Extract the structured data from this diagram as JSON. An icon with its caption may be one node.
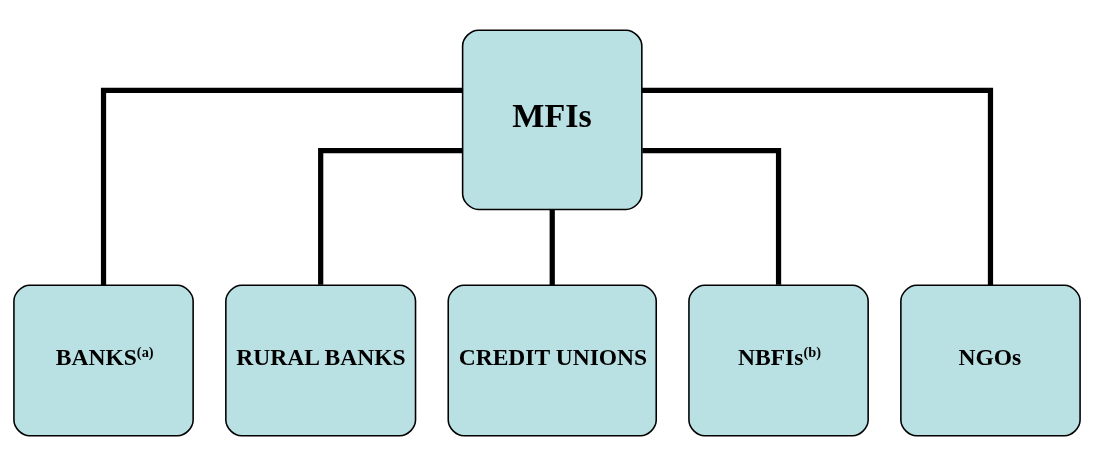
{
  "diagram": {
    "nodes": [
      {
        "text": [
          "MFIs"
        ]
      },
      {
        "text": [
          "BANKS$^{(a)}$"
        ]
      },
      {
        "text": [
          "RURAL BANKS"
        ]
      },
      {
        "text": [
          "CREDIT UNIONS"
        ]
      },
      {
        "text": [
          "NBFIs$^{(b)}$"
        ]
      },
      {
        "text": [
          "NGOs"
        ]
      }
    ],
    "edges": [
      {
        "from": 0,
        "to": 1,
        "arrow": "none"
      },
      {
        "from": 0,
        "to": 2,
        "arrow": "none"
      },
      {
        "from": 0,
        "to": 3,
        "arrow": "none"
      },
      {
        "from": 0,
        "to": 4,
        "arrow": "none"
      },
      {
        "from": 0,
        "to": 5,
        "arrow": "none"
      }
    ]
  }
}
